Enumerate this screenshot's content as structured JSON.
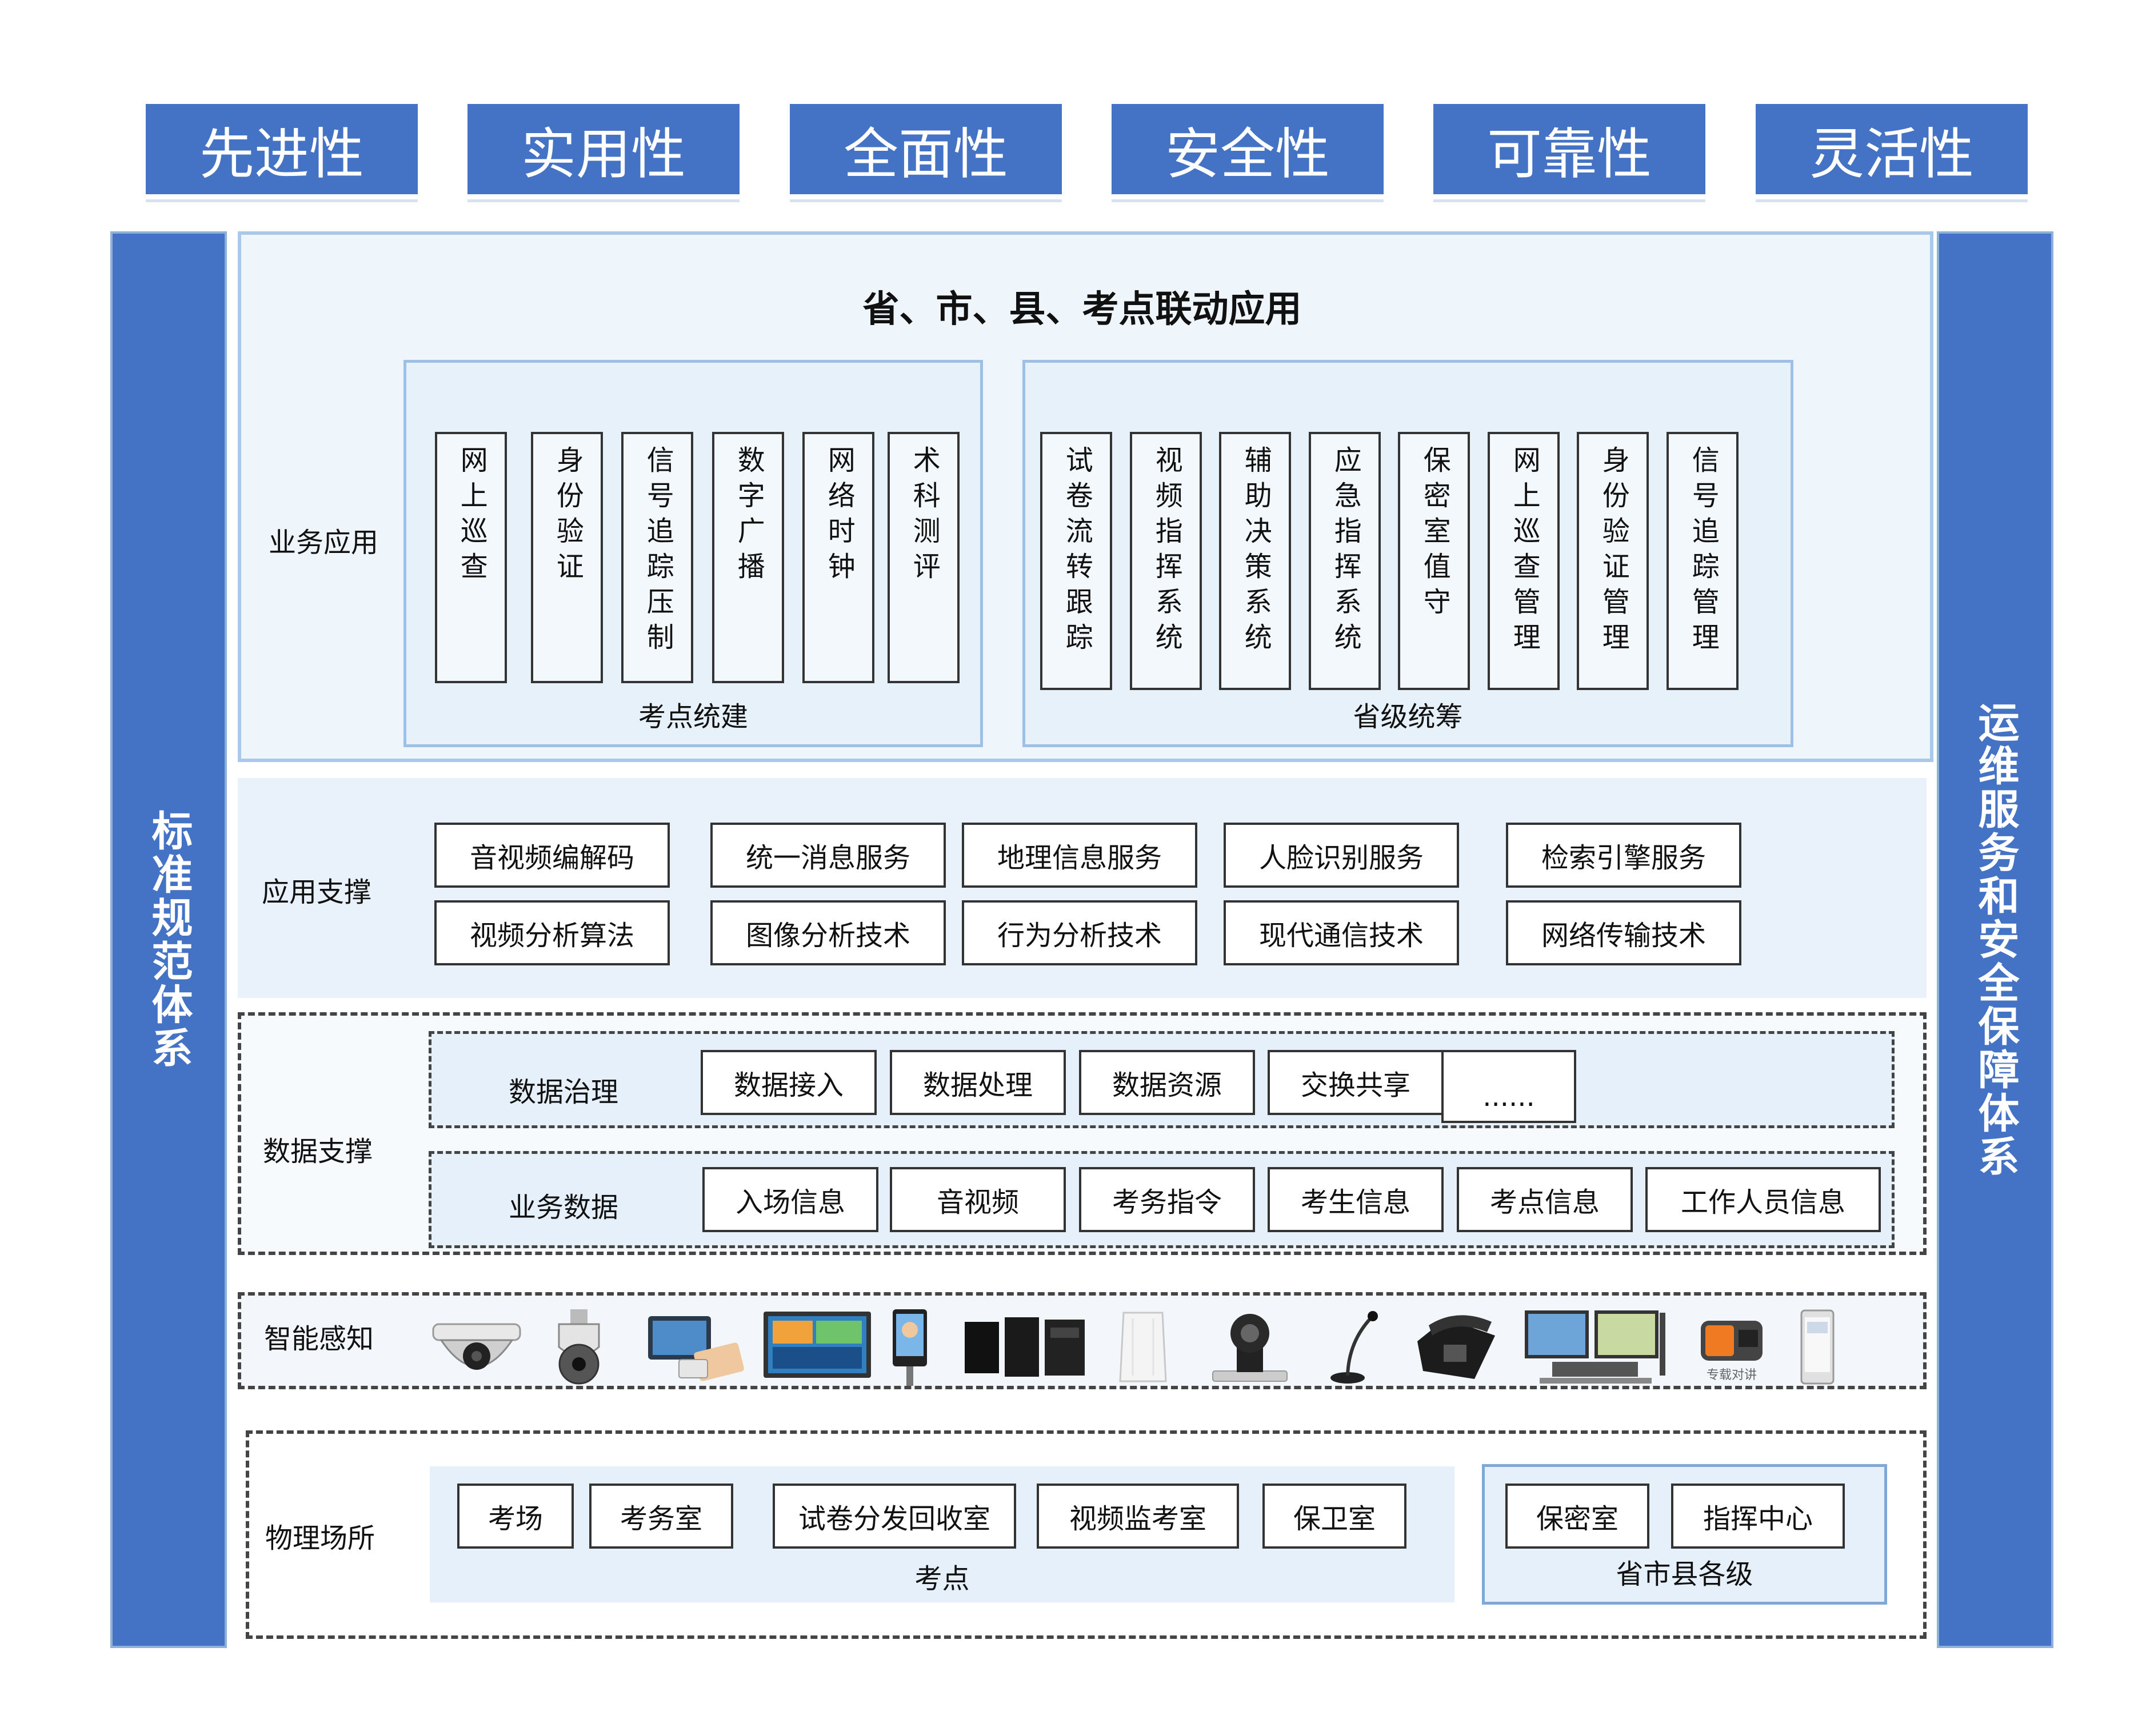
{
  "principles": [
    "先进性",
    "实用性",
    "全面性",
    "安全性",
    "可靠性",
    "灵活性"
  ],
  "left_pillar": "标准规范体系",
  "right_pillar": "运维服务和安全保障体系",
  "top": {
    "title": "省、市、县、考点联动应用",
    "row_label": "业务应用",
    "exam_site": {
      "caption": "考点统建",
      "items": [
        "网上巡查",
        "身份验证",
        "信号追踪压制",
        "数字广播",
        "网络时钟",
        "术科测评"
      ]
    },
    "provincial": {
      "caption": "省级统筹",
      "items": [
        "试卷流转跟踪",
        "视频指挥系统",
        "辅助决策系统",
        "应急指挥系统",
        "保密室值守",
        "网上巡查管理",
        "身份验证管理",
        "信号追踪管理"
      ]
    }
  },
  "app_support": {
    "label": "应用支撑",
    "row1": [
      "音视频编解码",
      "统一消息服务",
      "地理信息服务",
      "人脸识别服务",
      "检索引擎服务"
    ],
    "row2": [
      "视频分析算法",
      "图像分析技术",
      "行为分析技术",
      "现代通信技术",
      "网络传输技术"
    ]
  },
  "data_support": {
    "label": "数据支撑",
    "governance": {
      "label": "数据治理",
      "items": [
        "数据接入",
        "数据处理",
        "数据资源",
        "交换共享",
        "......"
      ]
    },
    "business": {
      "label": "业务数据",
      "items": [
        "入场信息",
        "音视频",
        "考务指令",
        "考生信息",
        "考点信息",
        "工作人员信息"
      ]
    }
  },
  "perception": {
    "label": "智能感知",
    "devices": [
      "dome-camera-icon",
      "ptz-camera-icon",
      "id-verification-icon",
      "video-screen-icon",
      "face-terminal-icon",
      "signal-jammer-icon",
      "speaker-icon",
      "conference-camera-icon",
      "microphone-icon",
      "telephone-icon",
      "monitor-wall-icon",
      "radio-icon",
      "mobile-terminal-icon"
    ],
    "radio_caption": "专载对讲"
  },
  "physical": {
    "label": "物理场所",
    "exam_site": {
      "caption": "考点",
      "items": [
        "考场",
        "考务室",
        "试卷分发回收室",
        "视频监考室",
        "保卫室"
      ]
    },
    "levels": {
      "caption": "省市县各级",
      "items": [
        "保密室",
        "指挥中心"
      ]
    }
  }
}
